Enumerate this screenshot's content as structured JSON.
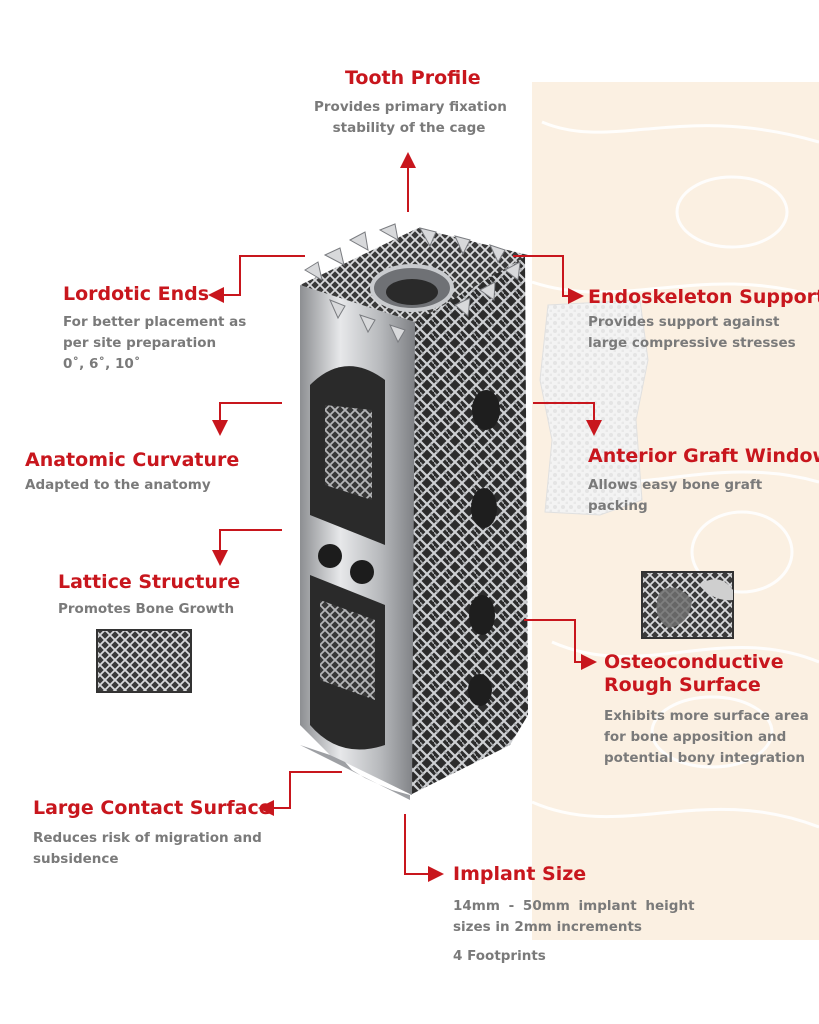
{
  "colors": {
    "accent": "#c8161d",
    "desc_text": "#7a7a7a",
    "spine_bg": "#fbf0e2",
    "metal": "#b9bbbe"
  },
  "features": {
    "tooth_profile": {
      "title": "Tooth Profile",
      "desc": [
        "Provides primary fixation",
        "stability of the cage"
      ]
    },
    "lordotic_ends": {
      "title": "Lordotic Ends",
      "desc": [
        "For better placement as",
        "per site preparation",
        "0˚, 6˚, 10˚"
      ]
    },
    "endoskeleton_support": {
      "title": "Endoskeleton Support",
      "desc": [
        "Provides support against",
        "large compressive stresses"
      ]
    },
    "anatomic_curvature": {
      "title": "Anatomic Curvature",
      "desc": [
        "Adapted to the anatomy"
      ]
    },
    "anterior_graft_window": {
      "title": "Anterior Graft Window",
      "desc": [
        "Allows easy bone graft",
        "packing"
      ]
    },
    "lattice_structure": {
      "title": "Lattice Structure",
      "desc": [
        "Promotes Bone Growth"
      ]
    },
    "osteoconductive": {
      "title": [
        "Osteoconductive",
        "Rough Surface"
      ],
      "desc": [
        "Exhibits more surface area",
        "for bone apposition and",
        "potential bony integration"
      ]
    },
    "large_contact_surface": {
      "title": "Large Contact Surface",
      "desc": [
        "Reduces risk of migration and",
        "subsidence"
      ]
    },
    "implant_size": {
      "title": "Implant Size",
      "desc": [
        "14mm - 50mm implant height",
        "sizes in 2mm increments"
      ],
      "footprints": "4 Footprints"
    }
  }
}
